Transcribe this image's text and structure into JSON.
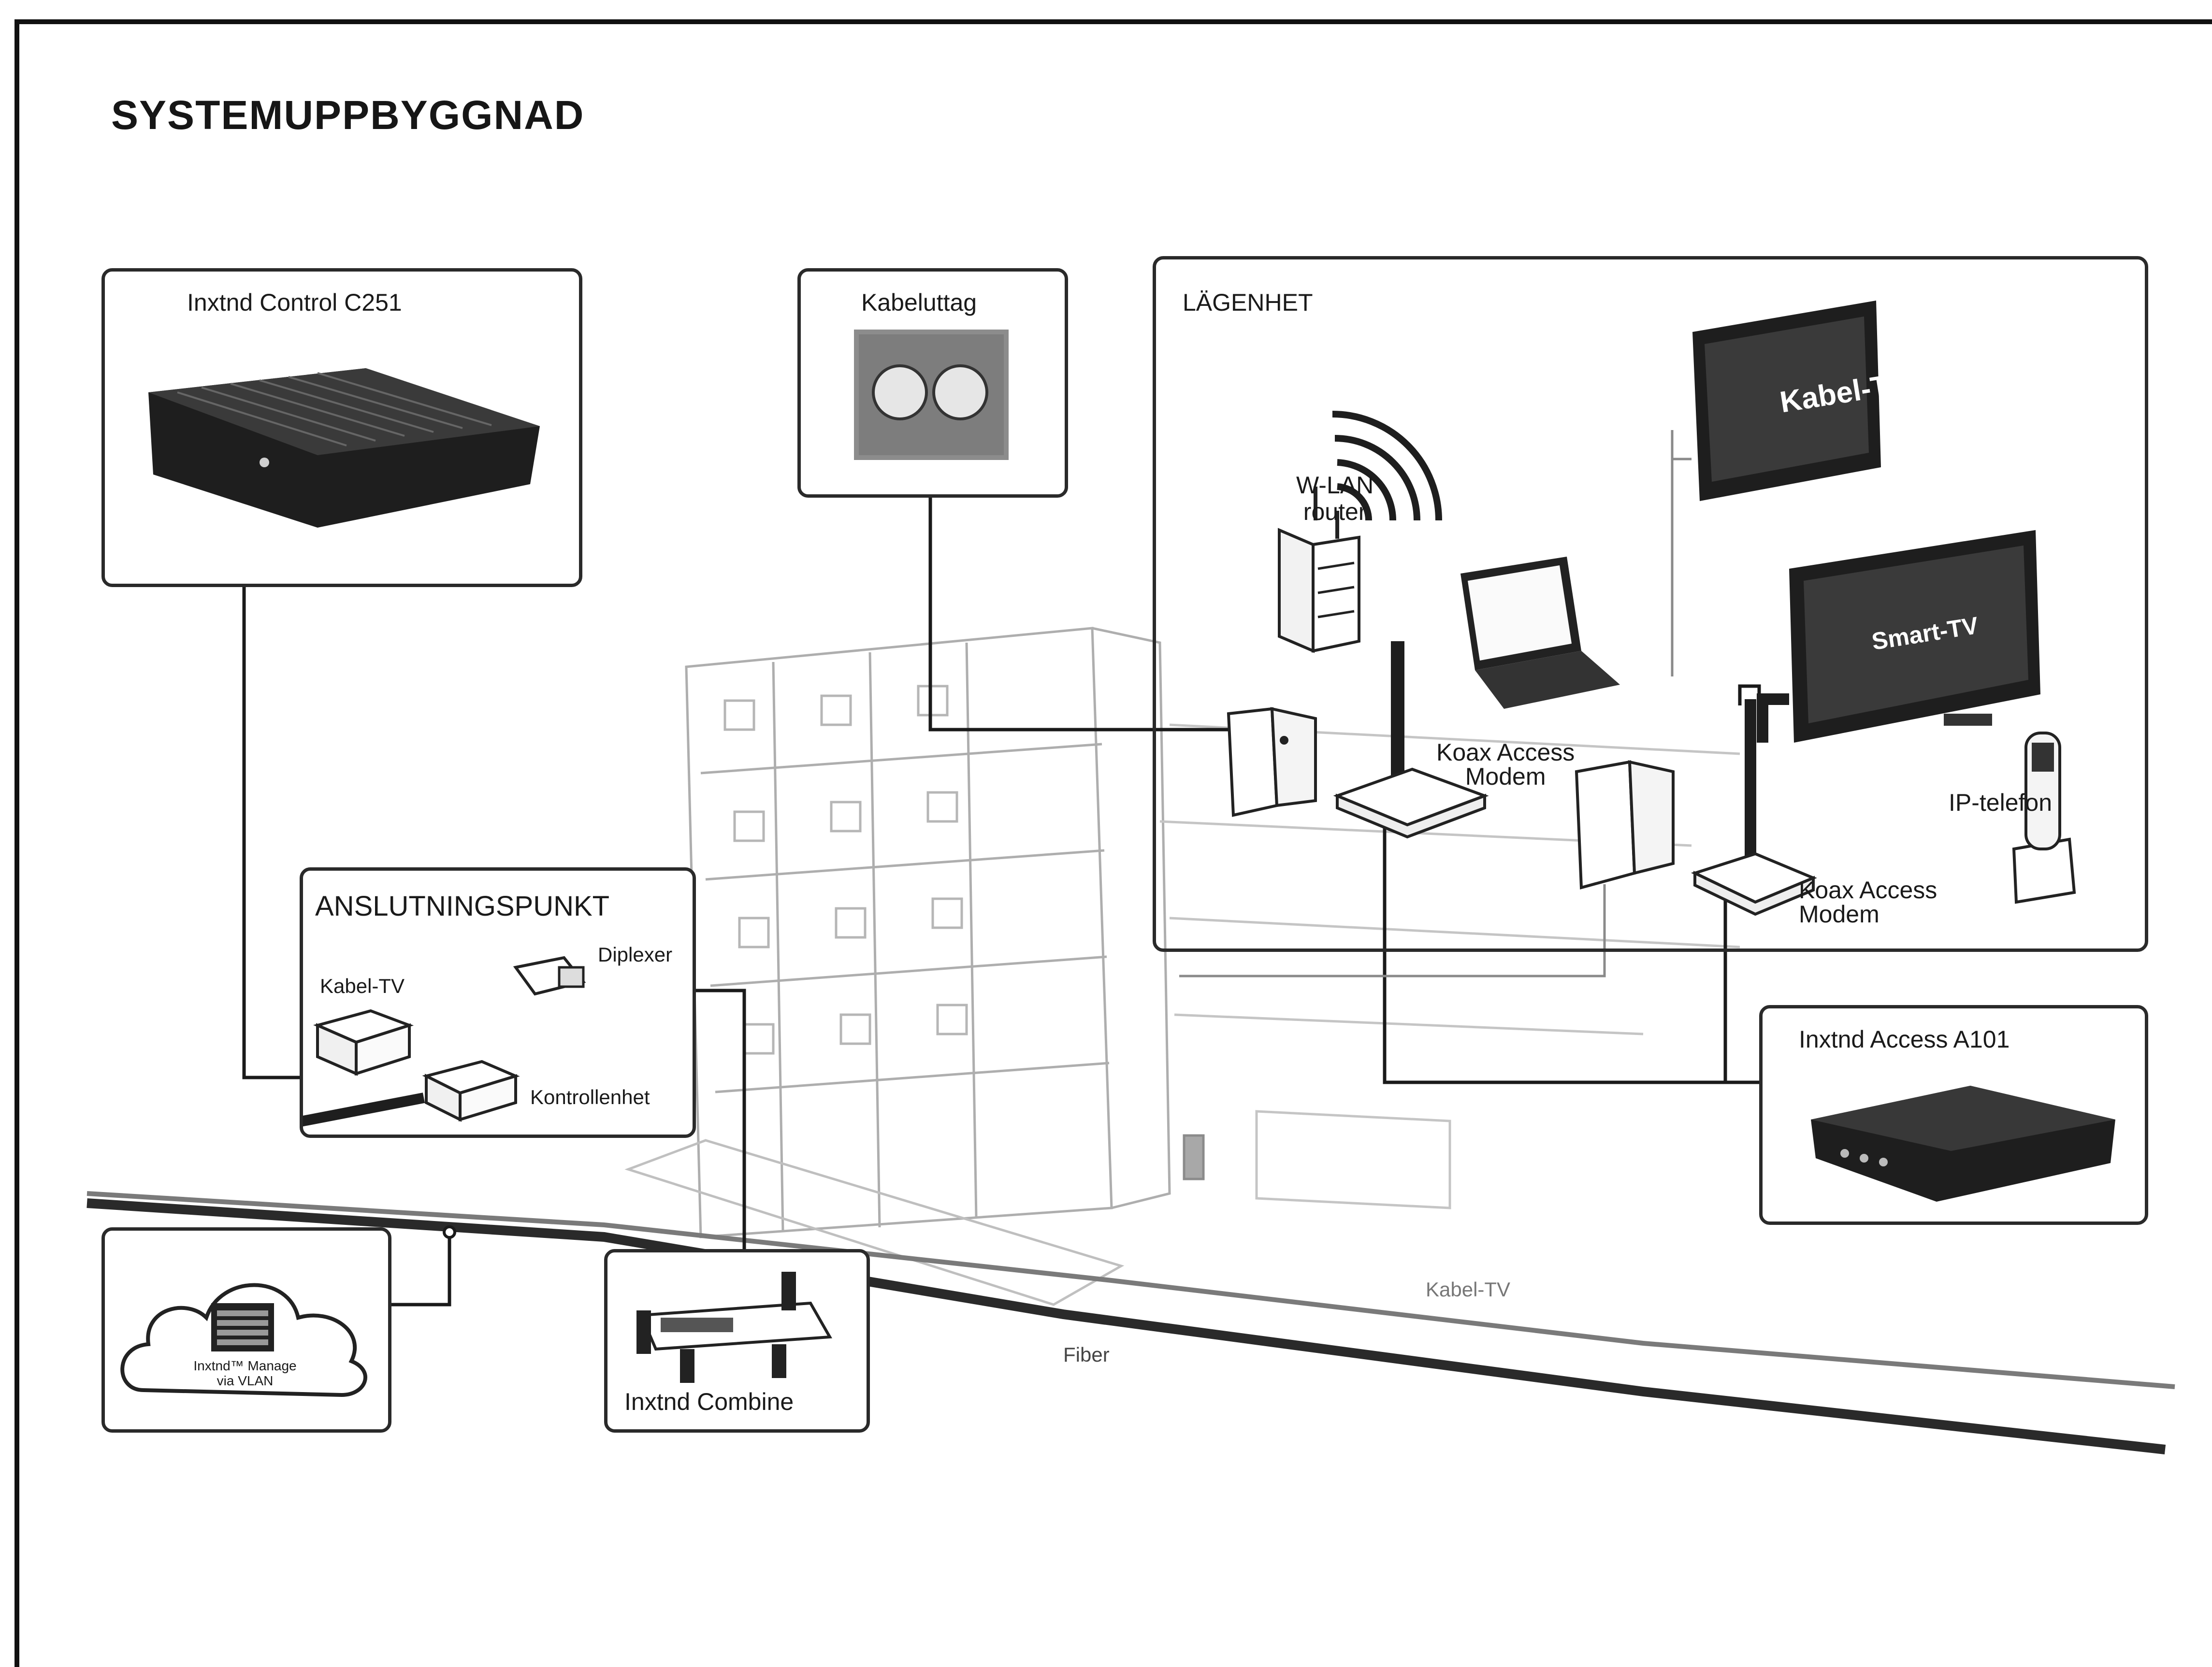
{
  "title": "SYSTEMUPPBYGGNAD",
  "labels": {
    "control": "Inxtnd Control C251",
    "kabeluttag": "Kabeluttag",
    "lagenhet": "LÄGENHET",
    "kabel_tv_screen": "Kabel-TV",
    "wlan_router": "W-LAN\nrouter",
    "smart_tv": "Smart-TV",
    "koax_modem_1": "Koax Access\nModem",
    "ip_telefon": "IP-telefon",
    "koax_modem_2": "Koax Access\nModem",
    "access": "Inxtnd Access A101",
    "anslutningspunkt": "ANSLUTNINGSPUNKT",
    "diplexer": "Diplexer",
    "kabel_tv_ap": "Kabel-TV",
    "kontrollenhet": "Kontrollenhet",
    "manage": "Inxtnd™ Manage\nvia VLAN",
    "combine": "Inxtnd Combine",
    "fiber": "Fiber",
    "kabel_tv_line": "Kabel-TV"
  },
  "colors": {
    "line": "#1a1a1a",
    "box_border": "#2a2a2a",
    "dark_device": "#1e1e1e",
    "sketch": "#9a9a9a"
  }
}
